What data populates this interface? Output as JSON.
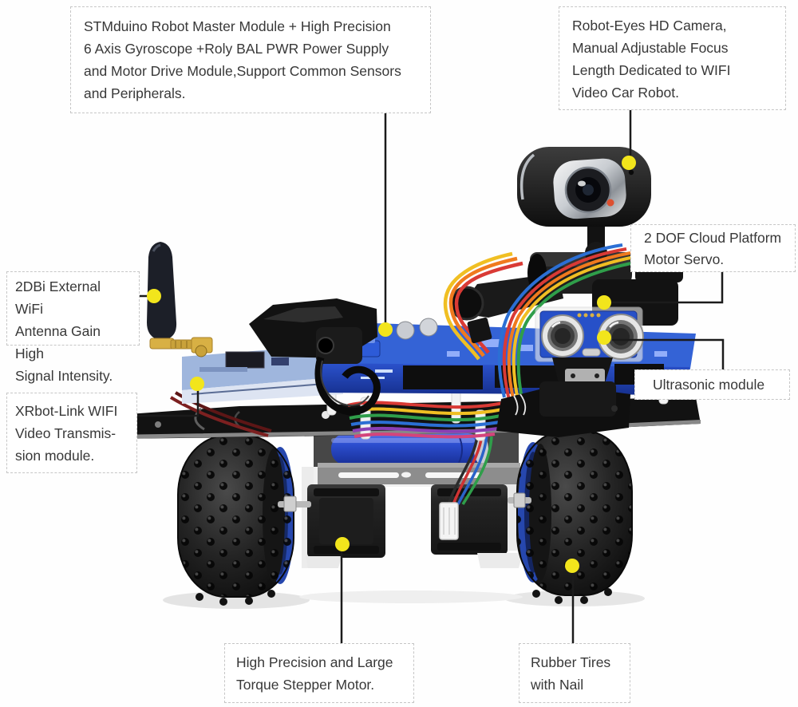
{
  "title": "WIFI video balance robot car annotated product diagram",
  "colors": {
    "background": "#ffffff",
    "callout_border": "#c6c6c6",
    "callout_text": "#383838",
    "leader_line": "#1b1b1b",
    "marker_dot": "#f2e51c",
    "tire_black": "#181818",
    "rim_blue": "#2647ae",
    "pcb_blue": "#2e5ad0",
    "wifi_board_blue": "#9fb6dd",
    "battery_blue": "#2b50d8",
    "gold_connector": "#c9a23a"
  },
  "callouts": [
    {
      "id": "master-module",
      "text": "STMduino Robot Master Module + High Precision\n6 Axis Gyroscope +Roly BAL PWR Power Supply\nand Motor Drive Module,Support Common Sensors\nand Peripherals."
    },
    {
      "id": "hd-camera",
      "text": "Robot-Eyes HD Camera,\nManual Adjustable Focus\nLength Dedicated to WIFI\nVideo Car Robot."
    },
    {
      "id": "cloud-platform-servo",
      "text": "2 DOF Cloud Platform\nMotor Servo."
    },
    {
      "id": "ultrasonic-module",
      "text": "Ultrasonic module"
    },
    {
      "id": "wifi-antenna",
      "text": "2DBi External WiFi\nAntenna Gain High\nSignal Intensity."
    },
    {
      "id": "wifi-video-module",
      "text": "XRbot-Link WIFI\nVideo Transmis-\nsion module."
    },
    {
      "id": "stepper-motor",
      "text": "High Precision and Large\nTorque Stepper Motor."
    },
    {
      "id": "rubber-tires",
      "text": "Rubber Tires\nwith Nail"
    }
  ]
}
